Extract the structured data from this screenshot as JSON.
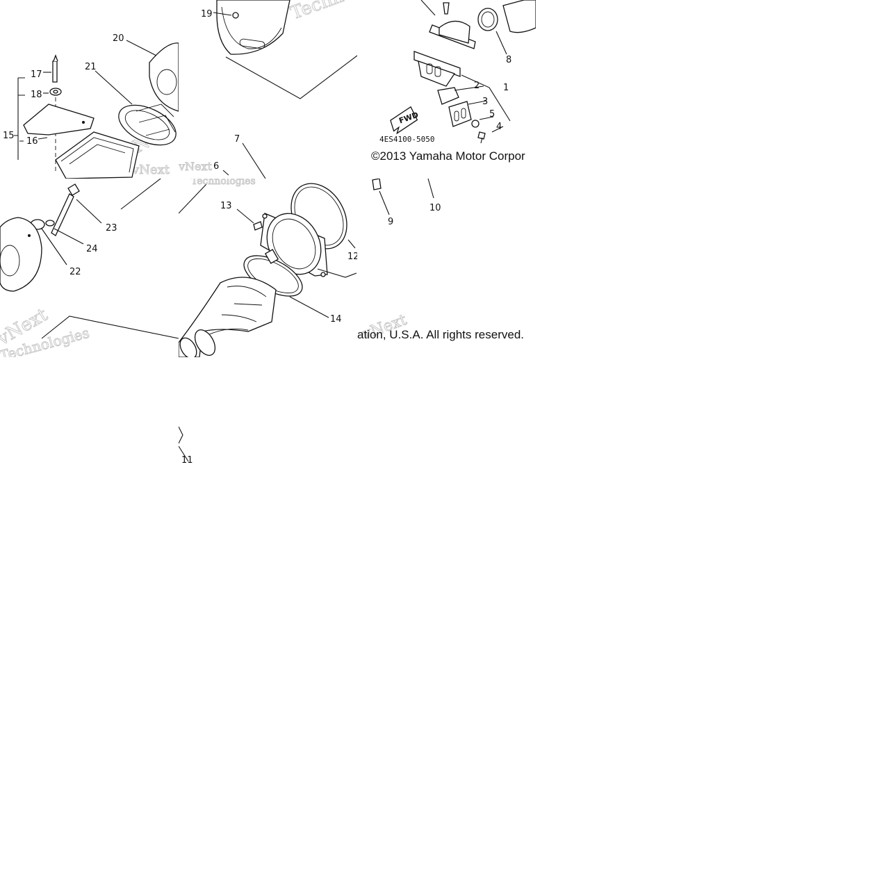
{
  "labels": {
    "p1": "1",
    "p2": "2",
    "p3": "3",
    "p4": "4",
    "p5": "5",
    "p6": "6",
    "p7": "7",
    "p8": "8",
    "p9": "9",
    "p10": "10",
    "p11": "11",
    "p12": "12",
    "p13": "13",
    "p14": "14",
    "p15": "15",
    "p16": "16",
    "p17": "17",
    "p18": "18",
    "p19": "19",
    "p20": "20",
    "p21": "21",
    "p22": "22",
    "p23": "23",
    "p24": "24"
  },
  "drawing_code": "4ES4100-5050",
  "fwd_label": "FWD",
  "copyright_start": "©2013 Yamaha Motor Corpor",
  "copyright_end": "ation, U.S.A. All rights reserved.",
  "watermark_brand": "vNext",
  "watermark_word": "Technologies"
}
